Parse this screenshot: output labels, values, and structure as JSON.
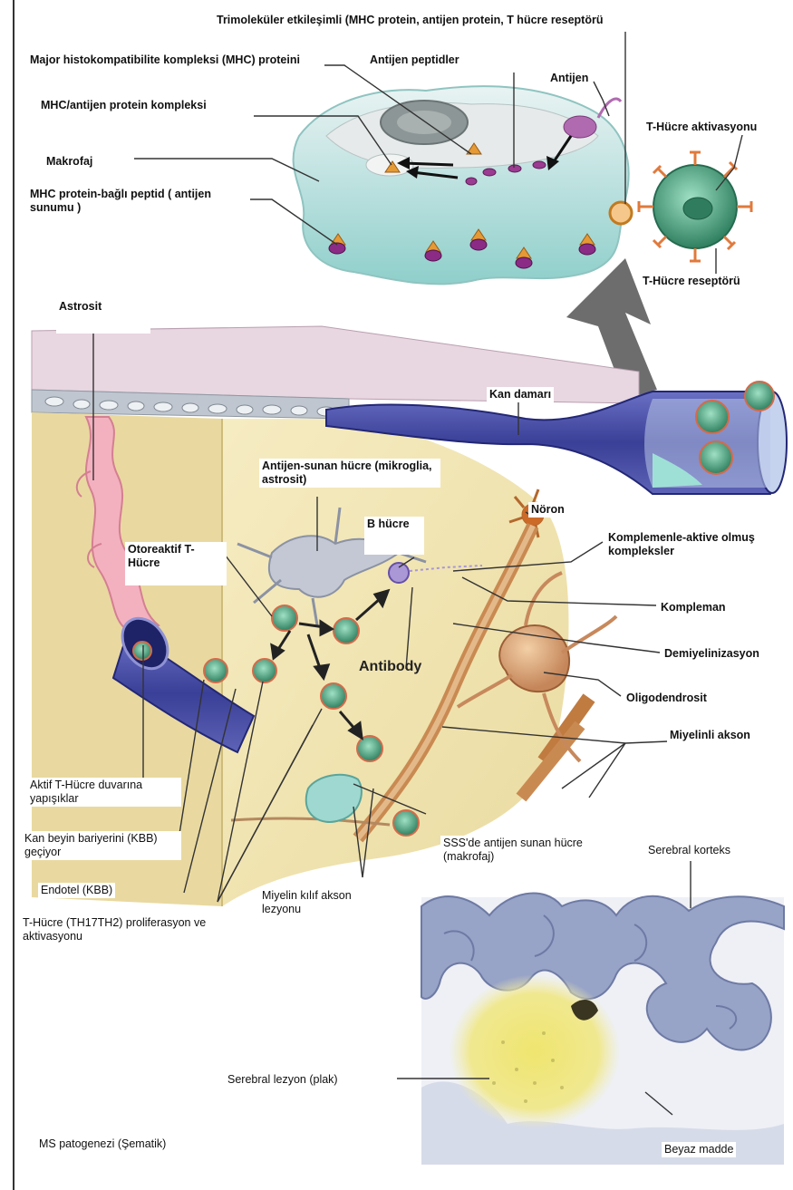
{
  "labels": {
    "trimolecular": "Trimoleküler etkileşimli (MHC protein, antijen protein, T hücre reseptörü",
    "mhc_protein": "Major histokompatibilite kompleksi (MHC) proteini",
    "antigen_peptides": "Antijen peptidler",
    "antigen": "Antijen",
    "mhc_antigen_complex": "MHC/antijen protein kompleksi",
    "t_cell_activation": "T-Hücre aktivasyonu",
    "macrophage": "Makrofaj",
    "mhc_bound_peptide": "MHC protein-bağlı peptid ( antijen sunumu )",
    "t_cell_receptor": "T-Hücre reseptörü",
    "astrocyte": "Astrosit",
    "blood_vessel": "Kan damarı",
    "apc": "Antijen-sunan hücre (mikroglia, astrosit)",
    "neuron": "Nöron",
    "b_cell": "B hücre",
    "autoreactive_t": "Otoreaktif T-Hücre",
    "complement_complexes": "Komplemenle-aktive olmuş kompleksler",
    "complement": "Kompleman",
    "antibody": "Antibody",
    "demyelination": "Demiyelinizasyon",
    "oligodendrocyte": "Oligodendrosit",
    "myelinated_axon": "Miyelinli akson",
    "active_t_adhesion": "Aktif T-Hücre duvarına yapışıklar",
    "cns_apc": "SSS'de antijen sunan hücre (makrofaj)",
    "bbb_crossing": "Kan beyin bariyerini (KBB) geçiyor",
    "endothelium": "Endotel (KBB)",
    "cerebral_cortex": "Serebral korteks",
    "myelin_lesion": "Miyelin kılıf akson lezyonu",
    "t_proliferation": "T-Hücre (TH17TH2) proliferasyon ve aktivasyonu",
    "cerebral_lesion": "Serebral lezyon (plak)",
    "ms_pathogenesis": "MS patogenezi (Şematik)",
    "white_matter": "Beyaz madde"
  },
  "colors": {
    "macrophage_fill": "#bfe3e0",
    "tcell_fill": "#3f9a77",
    "receptor": "#e07a3c",
    "brain_tissue": "#f3e7b5",
    "vessel": "#3a3f97",
    "artery_pink": "#f4b6c1",
    "lesion_yellow": "#ece27a",
    "cortex_blue": "#8f9bbf",
    "arrow_gray": "#6d6d6d"
  }
}
